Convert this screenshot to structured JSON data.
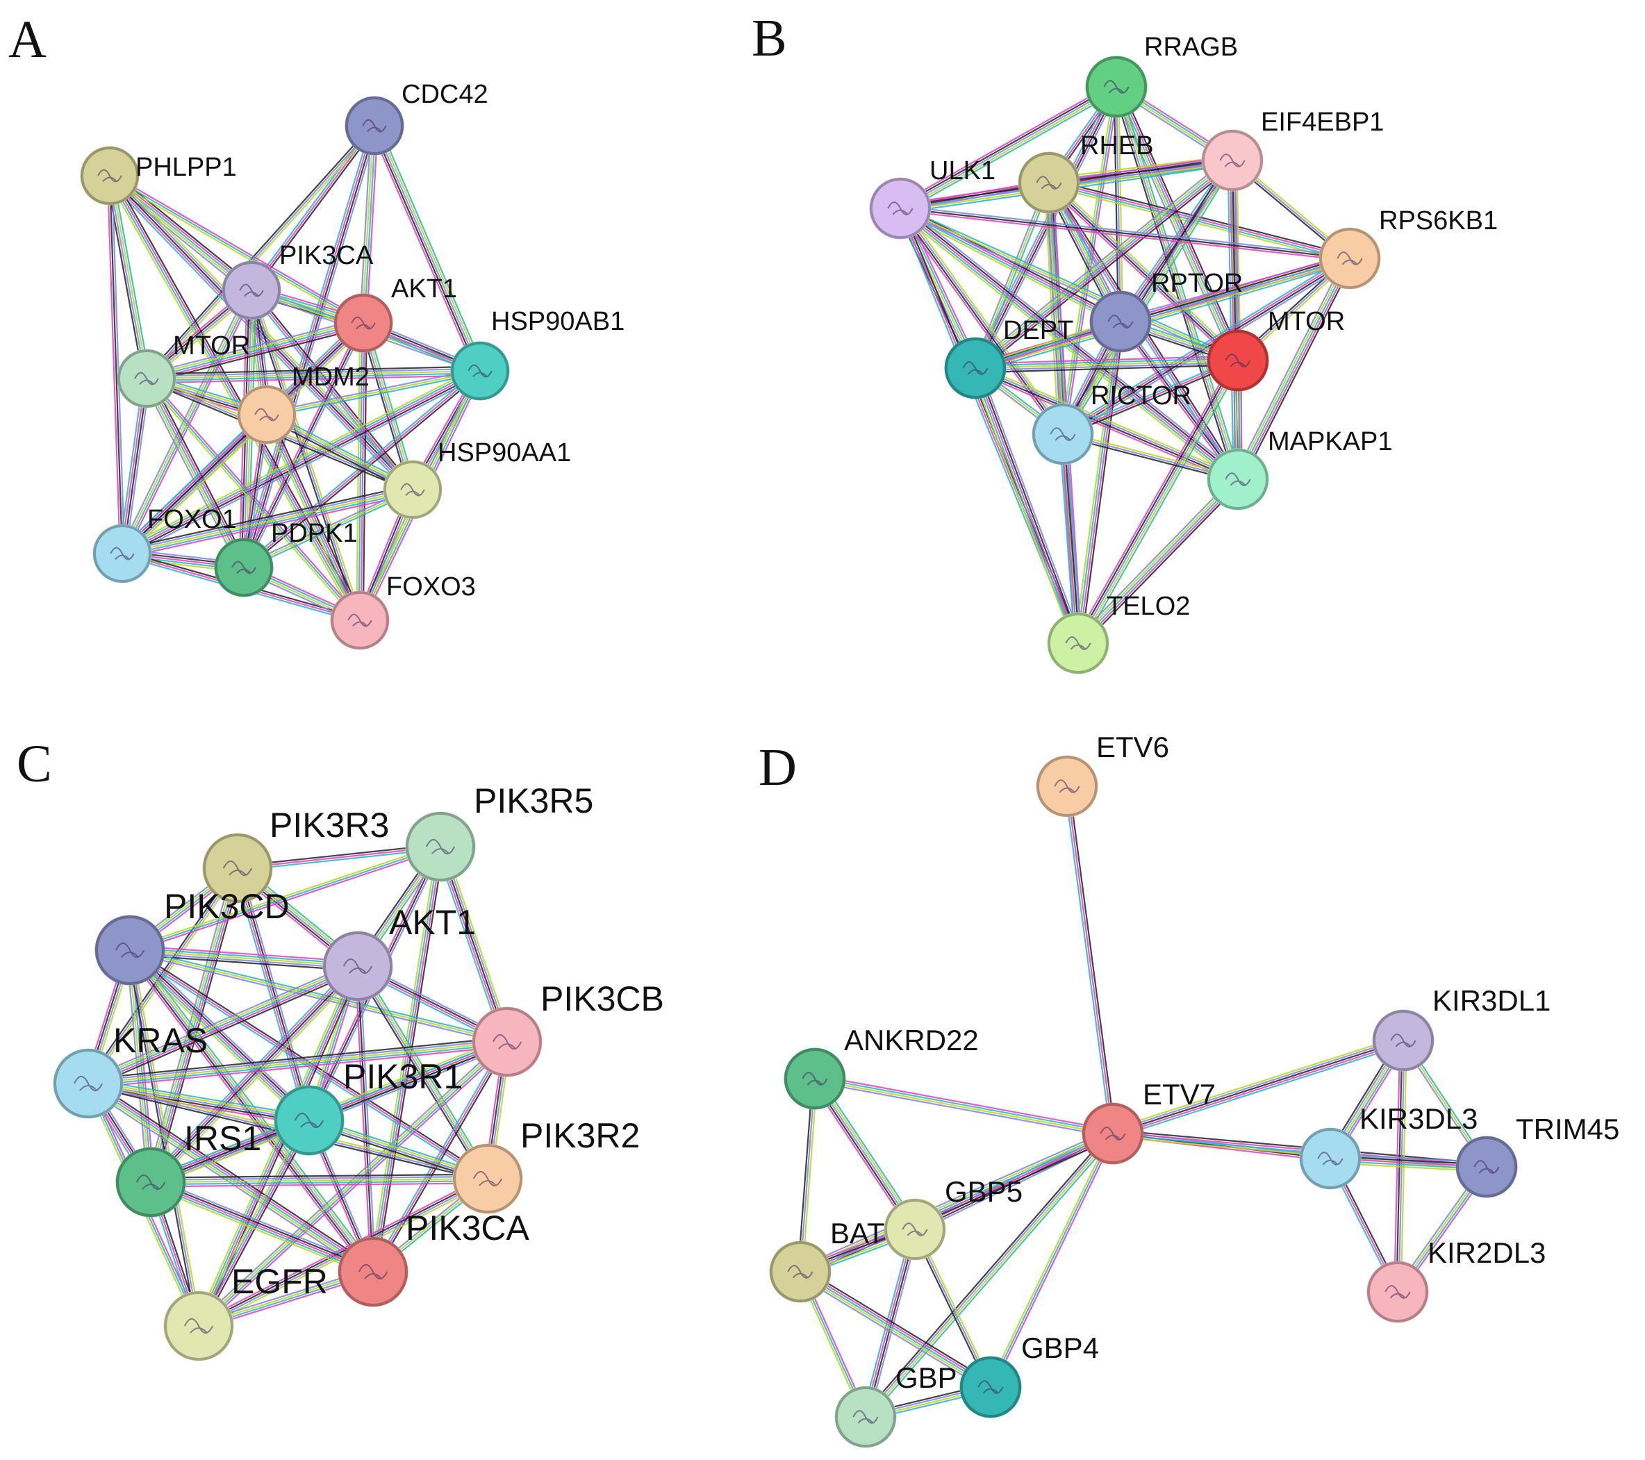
{
  "panels": [
    {
      "letter": "A",
      "nodes": [
        {
          "label": "CDC42",
          "color": "#8e95c9"
        },
        {
          "label": "PHLPP1",
          "color": "#d5d198"
        },
        {
          "label": "PIK3CA",
          "color": "#c3b7de"
        },
        {
          "label": "AKT1",
          "color": "#f08585"
        },
        {
          "label": "HSP90AB1",
          "color": "#4fcfc4"
        },
        {
          "label": "MTOR",
          "color": "#b8e0c3"
        },
        {
          "label": "MDM2",
          "color": "#f8cda5"
        },
        {
          "label": "HSP90AA1",
          "color": "#e1e7b0"
        },
        {
          "label": "FOXO1",
          "color": "#a5dcf0"
        },
        {
          "label": "PDPK1",
          "color": "#5dc08a"
        },
        {
          "label": "FOXO3",
          "color": "#f7b5bd"
        }
      ]
    },
    {
      "letter": "B",
      "nodes": [
        {
          "label": "RRAGB",
          "color": "#63cf83"
        },
        {
          "label": "RHEB",
          "color": "#d5d198"
        },
        {
          "label": "EIF4EBP1",
          "color": "#f8c6cb"
        },
        {
          "label": "ULK1",
          "color": "#d7bdf1"
        },
        {
          "label": "RPS6KB1",
          "color": "#f8cda5"
        },
        {
          "label": "RPTOR",
          "color": "#8e95c9"
        },
        {
          "label": "DEPT",
          "color": "#35b8b5"
        },
        {
          "label": "MTOR",
          "color": "#f04848"
        },
        {
          "label": "RICTOR",
          "color": "#a5dcf0"
        },
        {
          "label": "MAPKAP1",
          "color": "#9ff0cb"
        },
        {
          "label": "TELO2",
          "color": "#ccf0a4"
        }
      ]
    },
    {
      "letter": "C",
      "nodes": [
        {
          "label": "PIK3R3",
          "color": "#d5d198"
        },
        {
          "label": "PIK3R5",
          "color": "#b8e0c3"
        },
        {
          "label": "PIK3CD",
          "color": "#8e95c9"
        },
        {
          "label": "AKT1",
          "color": "#c3b7de"
        },
        {
          "label": "PIK3CB",
          "color": "#f7b5bd"
        },
        {
          "label": "KRAS",
          "color": "#a5dcf0"
        },
        {
          "label": "PIK3R1",
          "color": "#4fcfc4"
        },
        {
          "label": "PIK3R2",
          "color": "#f8cda5"
        },
        {
          "label": "IRS1",
          "color": "#5dc08a"
        },
        {
          "label": "PIK3CA",
          "color": "#f08585"
        },
        {
          "label": "EGFR",
          "color": "#e1e7b0"
        }
      ]
    },
    {
      "letter": "D",
      "nodes": [
        {
          "label": "ETV6",
          "color": "#f8cda5"
        },
        {
          "label": "ANKRD22",
          "color": "#5dc08a"
        },
        {
          "label": "ETV7",
          "color": "#f08585"
        },
        {
          "label": "KIR3DL1",
          "color": "#c3b7de"
        },
        {
          "label": "KIR3DL3",
          "color": "#a5dcf0"
        },
        {
          "label": "TRIM45",
          "color": "#8e95c9"
        },
        {
          "label": "GBP5",
          "color": "#e1e7b0"
        },
        {
          "label": "BAT",
          "color": "#d5d198"
        },
        {
          "label": "KIR2DL3",
          "color": "#f7b5bd"
        },
        {
          "label": "GBP4",
          "color": "#35b8b5"
        },
        {
          "label": "GBP",
          "color": "#b8e0c3"
        }
      ]
    }
  ]
}
